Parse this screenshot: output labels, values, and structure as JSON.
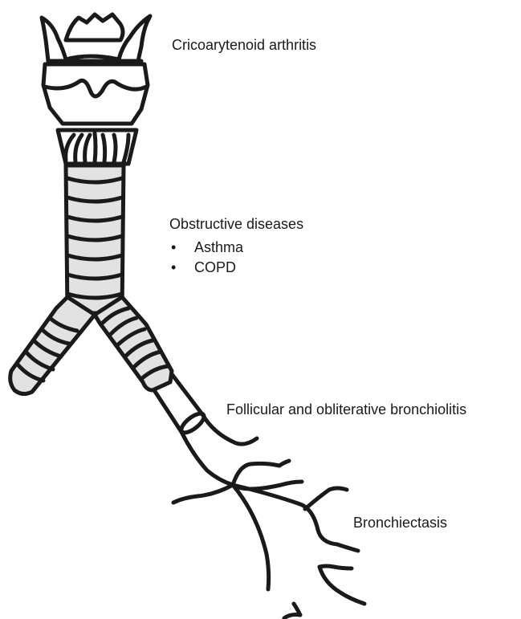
{
  "labels": {
    "cricoarytenoid": "Cricoarytenoid arthritis",
    "obstructive": {
      "heading": "Obstructive diseases",
      "items": [
        "Asthma",
        "COPD"
      ]
    },
    "bronchiolitis": "Follicular and obliterative bronchiolitis",
    "bronchiectasis": "Bronchiectasis"
  },
  "colors": {
    "outline": "#1a1a1a",
    "cartilage_fill": "#e2e2e2",
    "background": "#ffffff"
  }
}
